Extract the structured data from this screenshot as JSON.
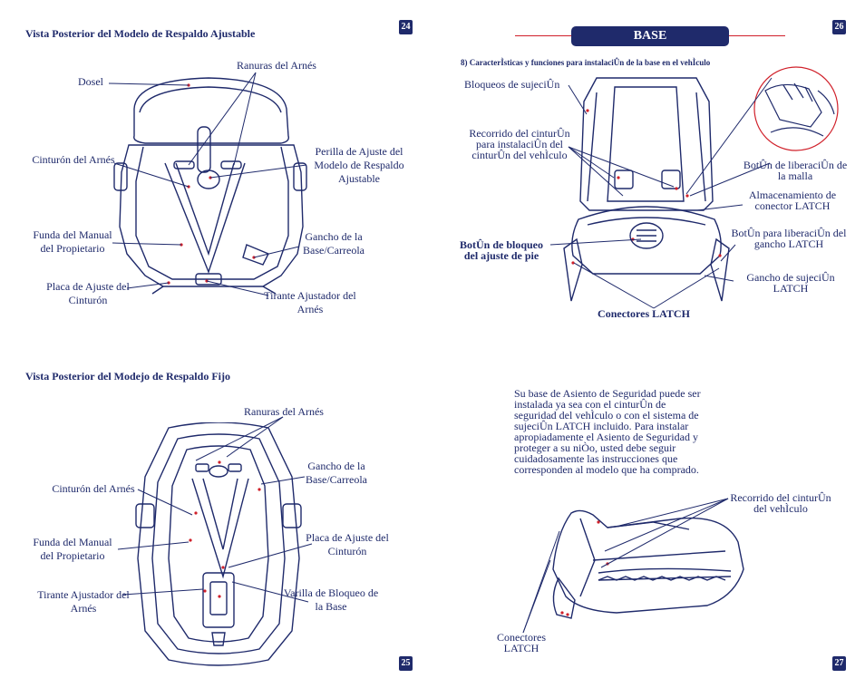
{
  "page_numbers": {
    "p24": "24",
    "p25": "25",
    "p26": "26",
    "p27": "27"
  },
  "left_top": {
    "heading": "Vista Posterior del Modelo de Respaldo Ajustable",
    "labels": {
      "dosel": "Dosel",
      "ranuras": "Ranuras del Arnés",
      "cinturon": "Cinturón del Arnés",
      "perilla": "Perilla de Ajuste del Modelo de Respaldo Ajustable",
      "funda": "Funda del Manual del Propietario",
      "gancho": "Gancho de la Base/Carreola",
      "placa": "Placa de Ajuste del Cinturón",
      "tirante": "Tirante Ajustador del Arnés"
    }
  },
  "left_bottom": {
    "heading": "Vista Posterior del Modejo de Respaldo Fijo",
    "labels": {
      "ranuras": "Ranuras del Arnés",
      "gancho": "Gancho de la Base/Carreola",
      "cinturon": "Cinturón del Arnés",
      "funda": "Funda del Manual del Propietario",
      "placa": "Placa de Ajuste del Cinturón",
      "tirante": "Tirante Ajustador del Arnés",
      "varilla": "Varilla de Bloqueo de la Base"
    }
  },
  "right_top": {
    "banner": "BASE",
    "subheading": "8) CaracterÌsticas y funciones para instalaciÛn de la base en el vehÌculo",
    "labels": {
      "bloqueos": "Bloqueos de sujeciÛn",
      "recorrido": "Recorrido del cinturÛn para instalaciÛn del cinturÛn del  vehÌculo",
      "boton_malla": "BotÛn de liberaciÛn de la malla",
      "almacenamiento": "Almacenamiento de conector LATCH",
      "boton_pie": "BotÛn de bloqueo del ajuste de pie",
      "boton_gancho": "BotÛn para liberaciÛn del gancho LATCH",
      "gancho_sujecion": "Gancho de sujeciÛn LATCH",
      "conectores": "Conectores LATCH"
    }
  },
  "right_bottom": {
    "paragraph": [
      "Su base de Asiento de Seguridad puede ser",
      "instalada ya sea con el cinturÛn de",
      "seguridad del vehÌculo o con el sistema  de",
      "sujeciÛn LATCH incluido. Para instalar",
      "apropiadamente el Asiento de Seguridad y",
      "proteger a su niÒo, usted debe seguir",
      "cuidadosamente las instrucciones que",
      "corresponden al modelo que ha comprado."
    ],
    "labels": {
      "recorrido": "Recorrido del cinturÛn del vehÌculo",
      "conectores": "Conectores LATCH"
    }
  },
  "colors": {
    "ink": "#1f2a6b",
    "accent_red": "#d0202a",
    "banner_bg": "#1f2a6b"
  }
}
